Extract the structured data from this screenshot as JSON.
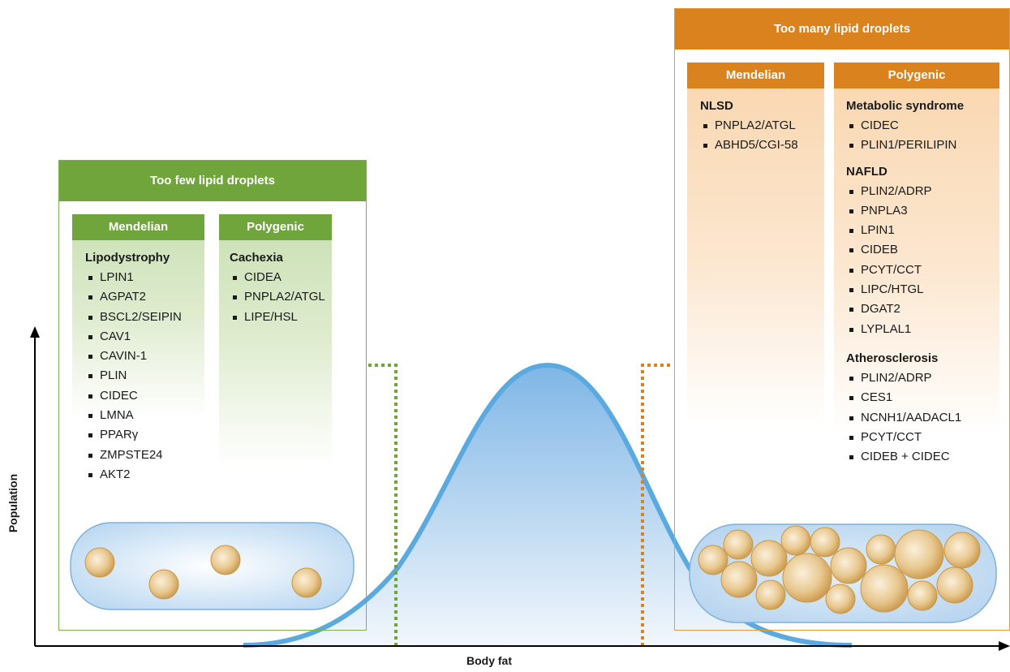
{
  "axes": {
    "x_label": "Body fat",
    "y_label": "Population"
  },
  "few": {
    "title": "Too few lipid droplets",
    "mendelian": {
      "label": "Mendelian",
      "heading": "Lipodystrophy",
      "items": [
        "LPIN1",
        "AGPAT2",
        "BSCL2/SEIPIN",
        "CAV1",
        "CAVIN-1",
        "PLIN",
        "CIDEC",
        "LMNA",
        "PPARγ",
        "ZMPSTE24",
        "AKT2"
      ]
    },
    "polygenic": {
      "label": "Polygenic",
      "heading": "Cachexia",
      "items": [
        "CIDEA",
        "PNPLA2/ATGL",
        "LIPE/HSL"
      ]
    }
  },
  "many": {
    "title": "Too many lipid droplets",
    "mendelian": {
      "label": "Mendelian",
      "heading": "NLSD",
      "items": [
        "PNPLA2/ATGL",
        "ABHD5/CGI-58"
      ]
    },
    "polygenic": {
      "label": "Polygenic",
      "groups": [
        {
          "heading": "Metabolic syndrome",
          "items": [
            "CIDEC",
            "PLIN1/PERILIPIN"
          ]
        },
        {
          "heading": "NAFLD",
          "items": [
            "PLIN2/ADRP",
            "PNPLA3",
            "LPIN1",
            "CIDEB",
            "PCYT/CCT",
            "LIPC/HTGL",
            "DGAT2",
            "LYPLAL1"
          ]
        },
        {
          "heading": "Atherosclerosis",
          "items": [
            "PLIN2/ADRP",
            "CES1",
            "NCNH1/AADACL1",
            "PCYT/CCT",
            "CIDEB + CIDEC"
          ]
        }
      ]
    }
  },
  "colors": {
    "green": "#6fa53a",
    "orange": "#d9821e",
    "curve": "#5aaae0",
    "droplet": "#d7ab62",
    "cell": "#cfe4f6"
  }
}
